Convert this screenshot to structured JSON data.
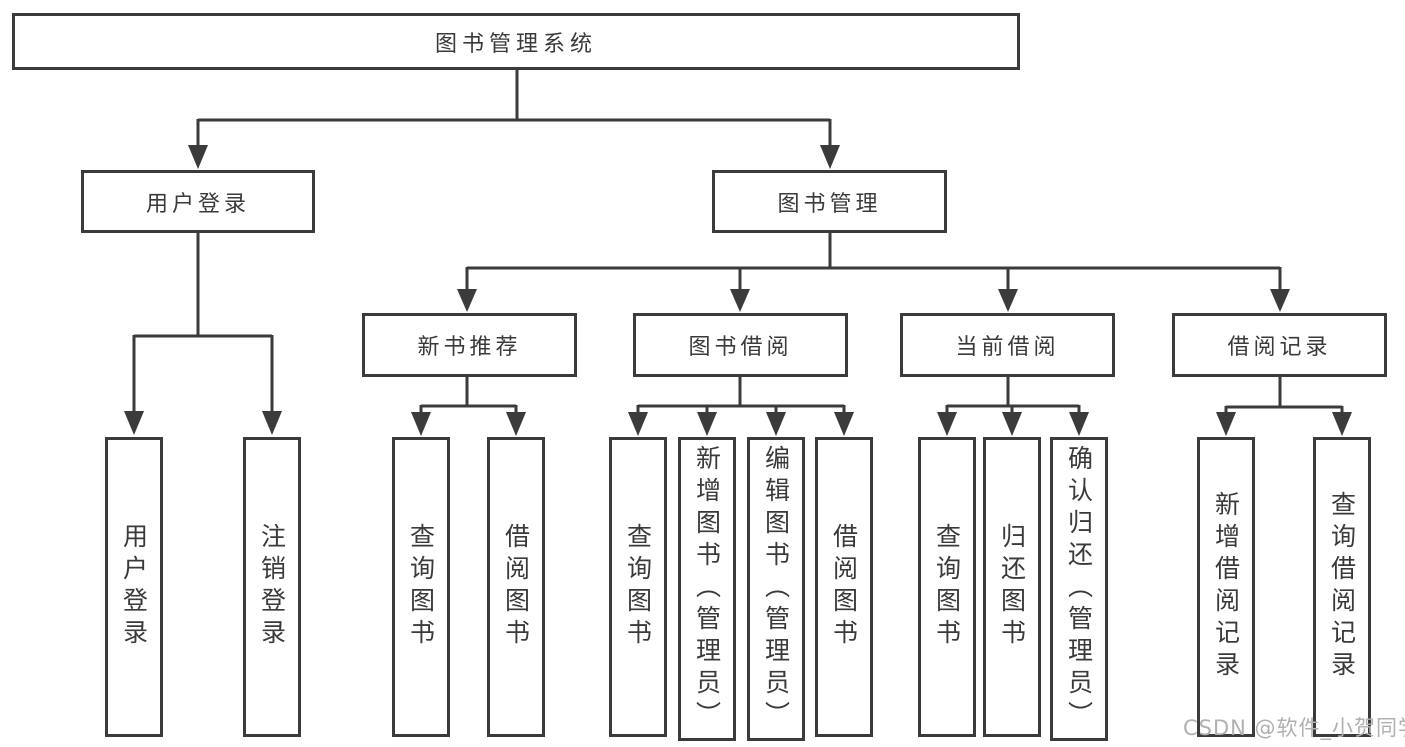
{
  "colors": {
    "line": "#3b3b3b",
    "text": "#3a3a3a",
    "watermark": "#b0b0b0",
    "background": "#ffffff"
  },
  "watermark": {
    "text": "CSDN @软件_小贺同学"
  },
  "diagram": {
    "root": {
      "label": "图书管理系统"
    },
    "branches": [
      {
        "label": "用户登录",
        "children": [
          {
            "label": "用户登录"
          },
          {
            "label": "注销登录"
          }
        ]
      },
      {
        "label": "图书管理",
        "children": [
          {
            "label": "新书推荐",
            "children": [
              {
                "label": "查询图书"
              },
              {
                "label": "借阅图书"
              }
            ]
          },
          {
            "label": "图书借阅",
            "children": [
              {
                "label": "查询图书"
              },
              {
                "label": "新增图书（管理员）"
              },
              {
                "label": "编辑图书（管理员）"
              },
              {
                "label": "借阅图书"
              }
            ]
          },
          {
            "label": "当前借阅",
            "children": [
              {
                "label": "查询图书"
              },
              {
                "label": "归还图书"
              },
              {
                "label": "确认归还（管理员）"
              }
            ]
          },
          {
            "label": "借阅记录",
            "children": [
              {
                "label": "新增借阅记录"
              },
              {
                "label": "查询借阅记录"
              }
            ]
          }
        ]
      }
    ]
  }
}
